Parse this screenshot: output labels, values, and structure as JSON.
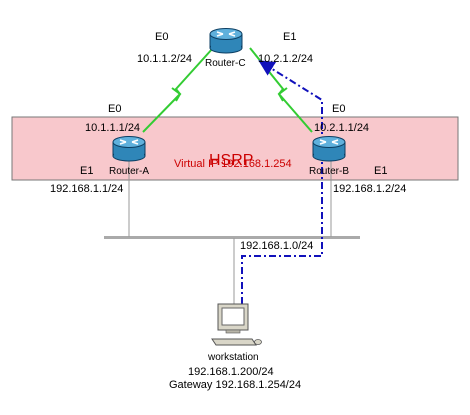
{
  "hsrp": {
    "title": "HSRP",
    "virtual_ip": "Virtual IP 192.168.1.254",
    "fill_color": "#f8c8cc",
    "border_color": "#777777"
  },
  "routers": {
    "c": {
      "name": "Router-C",
      "e0_label": "E0",
      "e0_ip": "10.1.1.2/24",
      "e1_label": "E1",
      "e1_ip": "10.2.1.2/24"
    },
    "a": {
      "name": "Router-A",
      "e0_label": "E0",
      "e0_ip": "10.1.1.1/24",
      "e1_label": "E1",
      "e1_ip": "192.168.1.1/24"
    },
    "b": {
      "name": "Router-B",
      "e0_label": "E0",
      "e0_ip": "10.2.1.1/24",
      "e1_label": "E1",
      "e1_ip": "192.168.1.2/24"
    }
  },
  "lan": {
    "network": "192.168.1.0/24"
  },
  "workstation": {
    "name": "workstation",
    "ip": "192.168.1.200/24",
    "gateway": "Gateway 192.168.1.254/24"
  },
  "colors": {
    "router_body": "#2f86b8",
    "router_top": "#5fb0dc",
    "wan_link": "#33cc33",
    "traffic_path": "#1111bb",
    "lan_segment": "#aaaaaa"
  },
  "icons": {
    "router": "router-icon",
    "workstation": "workstation-icon",
    "link": "lightning-link-icon"
  }
}
